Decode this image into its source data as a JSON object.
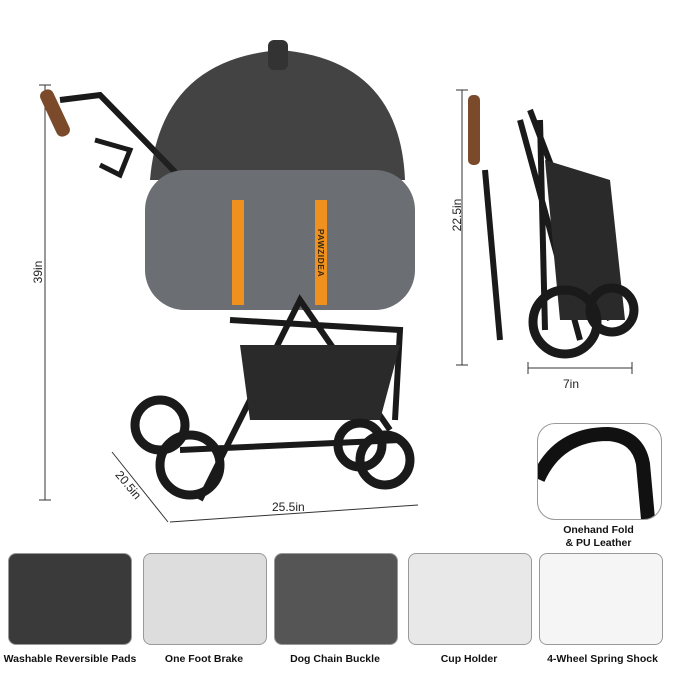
{
  "brand_text": "PAWZIDEA",
  "dimensions": {
    "height_unfolded": "39in",
    "height_folded": "22.5in",
    "width_folded": "7in",
    "depth": "20.5in",
    "length": "25.5in"
  },
  "inset_feature": {
    "line1": "Onehand Fold",
    "line2": "& PU Leather"
  },
  "features": [
    {
      "label": "Washable Reversible Pads"
    },
    {
      "label": "One Foot Brake"
    },
    {
      "label": "Dog Chain Buckle"
    },
    {
      "label": "Cup Holder"
    },
    {
      "label": "4-Wheel Spring Shock"
    }
  ],
  "colors": {
    "fabric": "#6b6e72",
    "frame": "#1a1a1a",
    "strap": "#f0901e",
    "handle": "#7a4a2a"
  }
}
